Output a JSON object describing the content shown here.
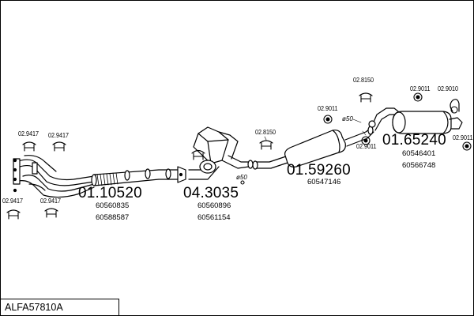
{
  "diagram_code": "ALFA57810A",
  "parts": {
    "manifold": {
      "number": "01.10520",
      "oe": [
        "60560835",
        "60588587"
      ]
    },
    "catalyst": {
      "number": "04.3035",
      "oe": [
        "60560896",
        "60561154"
      ]
    },
    "middle_silencer": {
      "number": "01.59260",
      "oe": [
        "60547146"
      ]
    },
    "rear_silencer": {
      "number": "01.65240",
      "oe": [
        "60546401",
        "60566748"
      ]
    }
  },
  "clamps": {
    "c9417_a": "02.9417",
    "c9417_b": "02.9417",
    "c9417_c": "02.9417",
    "c9417_d": "02.9417",
    "c8150_a": "02.8150",
    "c8150_b": "02.8150",
    "c9011_a": "02.9011",
    "c9011_b": "02.9011",
    "c9011_c": "02.9011",
    "c9011_d": "02.9011",
    "c9010": "02.9010"
  },
  "diameters": {
    "d50_a": "ø50",
    "d50_b": "ø50"
  }
}
